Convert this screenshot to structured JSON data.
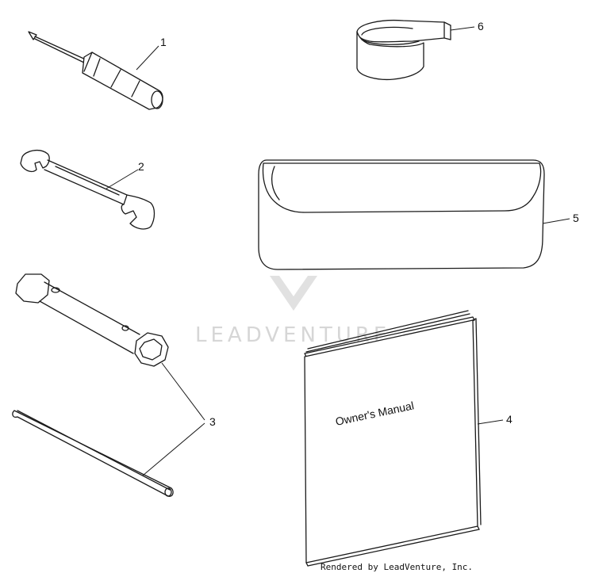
{
  "parts": [
    {
      "callout": "1",
      "icon": "screwdriver-icon"
    },
    {
      "callout": "2",
      "icon": "open-end-wrench-icon"
    },
    {
      "callout": "3",
      "icon": "tube-wrench-icon"
    },
    {
      "callout": "4",
      "icon": "owners-manual-icon",
      "title": "Owner's Manual"
    },
    {
      "callout": "5",
      "icon": "tool-pouch-icon"
    },
    {
      "callout": "6",
      "icon": "strap-roll-icon"
    }
  ],
  "watermark": {
    "text": "LEADVENTURE",
    "icon": "leadventure-logo-icon"
  },
  "footer": {
    "credit": "Rendered by LeadVenture, Inc."
  }
}
